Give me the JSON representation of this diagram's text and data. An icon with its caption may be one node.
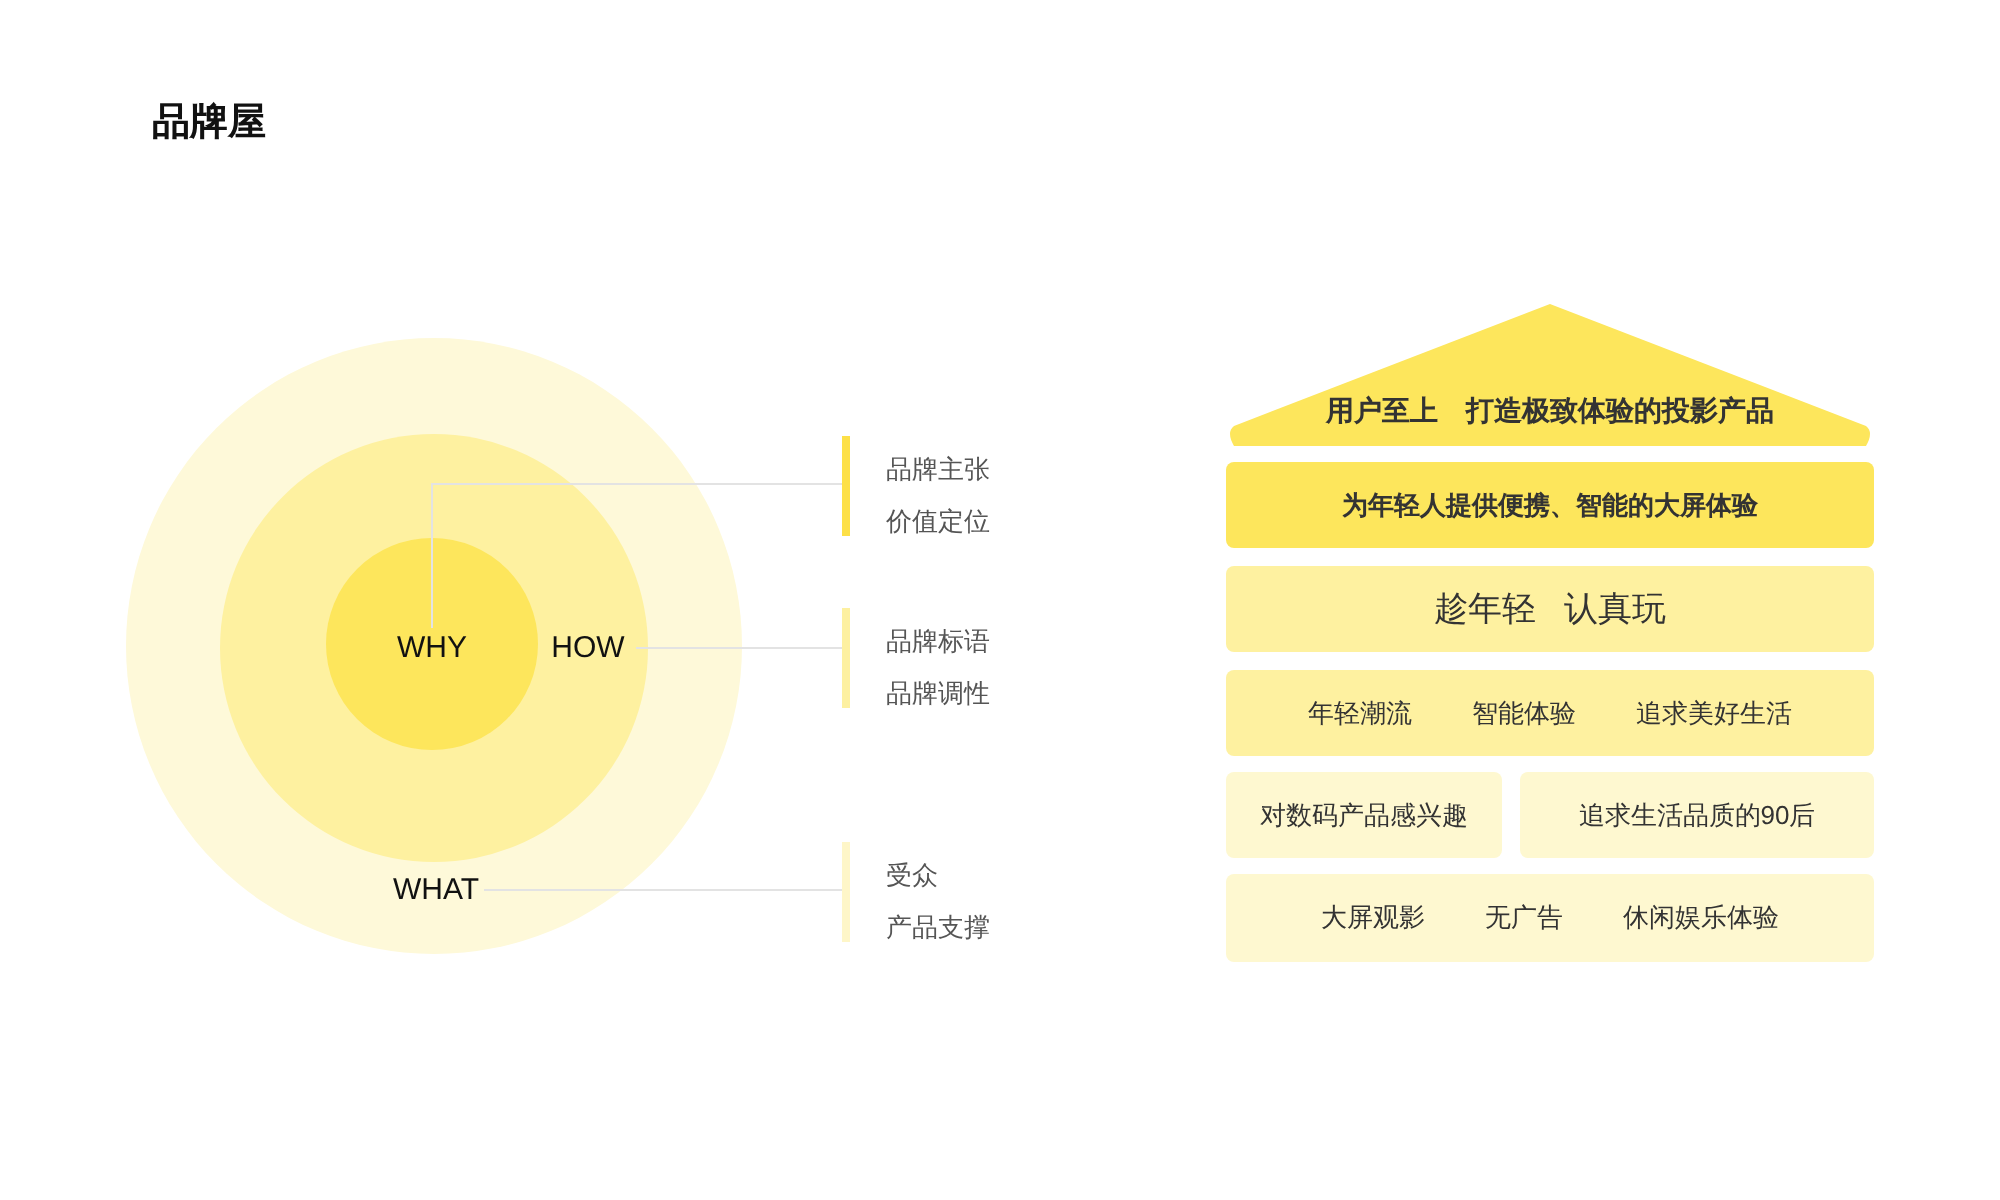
{
  "diagram": {
    "title": "品牌屋",
    "nodes": [
      {
        "text": [
          "WHAT"
        ]
      },
      {
        "text": [
          "HOW"
        ],
        "in": 0
      },
      {
        "text": [
          "WHY"
        ],
        "in": 1
      },
      {
        "text": [
          "品牌主张",
          "价值定位"
        ]
      },
      {
        "text": [
          "品牌标语",
          "品牌调性"
        ]
      },
      {
        "text": [
          "受众",
          "产品支撑"
        ]
      },
      {
        "text": [
          "用户至上",
          "打造极致体验的投影产品"
        ]
      },
      {
        "text": [
          "为年轻人提供便携、智能的大屏体验"
        ]
      },
      {
        "text": [
          "趁年轻",
          "认真玩"
        ]
      },
      {
        "text": [
          "年轻潮流",
          "智能体验",
          "追求美好生活"
        ]
      },
      {
        "text": [
          "对数码产品感兴趣"
        ]
      },
      {
        "text": [
          "追求生活品质的90后"
        ]
      },
      {
        "text": [
          "大屏观影",
          "无广告",
          "休闲娱乐体验"
        ]
      }
    ],
    "edges": [
      {
        "from": 2,
        "to": 3,
        "arrow": "none"
      },
      {
        "from": 1,
        "to": 4,
        "arrow": "none"
      },
      {
        "from": 0,
        "to": 5,
        "arrow": "none"
      }
    ]
  }
}
